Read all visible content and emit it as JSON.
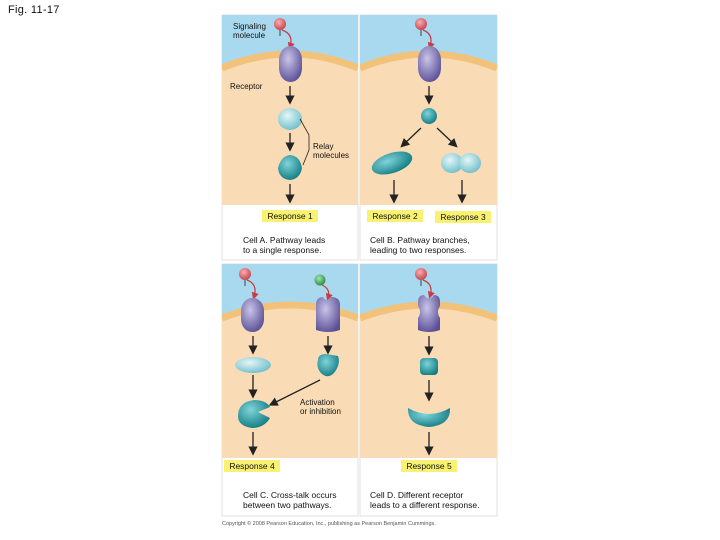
{
  "figure": {
    "label": "Fig. 11-17"
  },
  "colors": {
    "extracellular": "#a9d9ef",
    "cytoplasm": "#f9dbb5",
    "membrane": "#f2c27a",
    "receptor": "#8a82bf",
    "relay_light": "#a8dbe3",
    "relay_dark": "#2aa5ad",
    "signal": "#e8646a",
    "signal_green": "#3cb45a",
    "response_box": "#f9f171"
  },
  "panel_a": {
    "labels": {
      "signal": [
        "Signaling",
        "molecule"
      ],
      "receptor": "Receptor",
      "relay": [
        "Relay",
        "molecules"
      ]
    },
    "response": "Response 1",
    "caption": [
      "Cell A. Pathway leads",
      "to a single response."
    ]
  },
  "panel_b": {
    "response_a": "Response 2",
    "response_b": "Response 3",
    "caption": [
      "Cell B. Pathway branches,",
      "leading to two responses."
    ]
  },
  "panel_c": {
    "labels": {
      "activation": [
        "Activation",
        "or inhibition"
      ]
    },
    "response": "Response 4",
    "caption": [
      "Cell C. Cross-talk occurs",
      "between two pathways."
    ]
  },
  "panel_d": {
    "response": "Response 5",
    "caption": [
      "Cell D. Different receptor",
      "leads to a different response."
    ]
  },
  "copyright": "Copyright © 2008 Pearson Education, Inc., publishing as Pearson Benjamin Cummings."
}
